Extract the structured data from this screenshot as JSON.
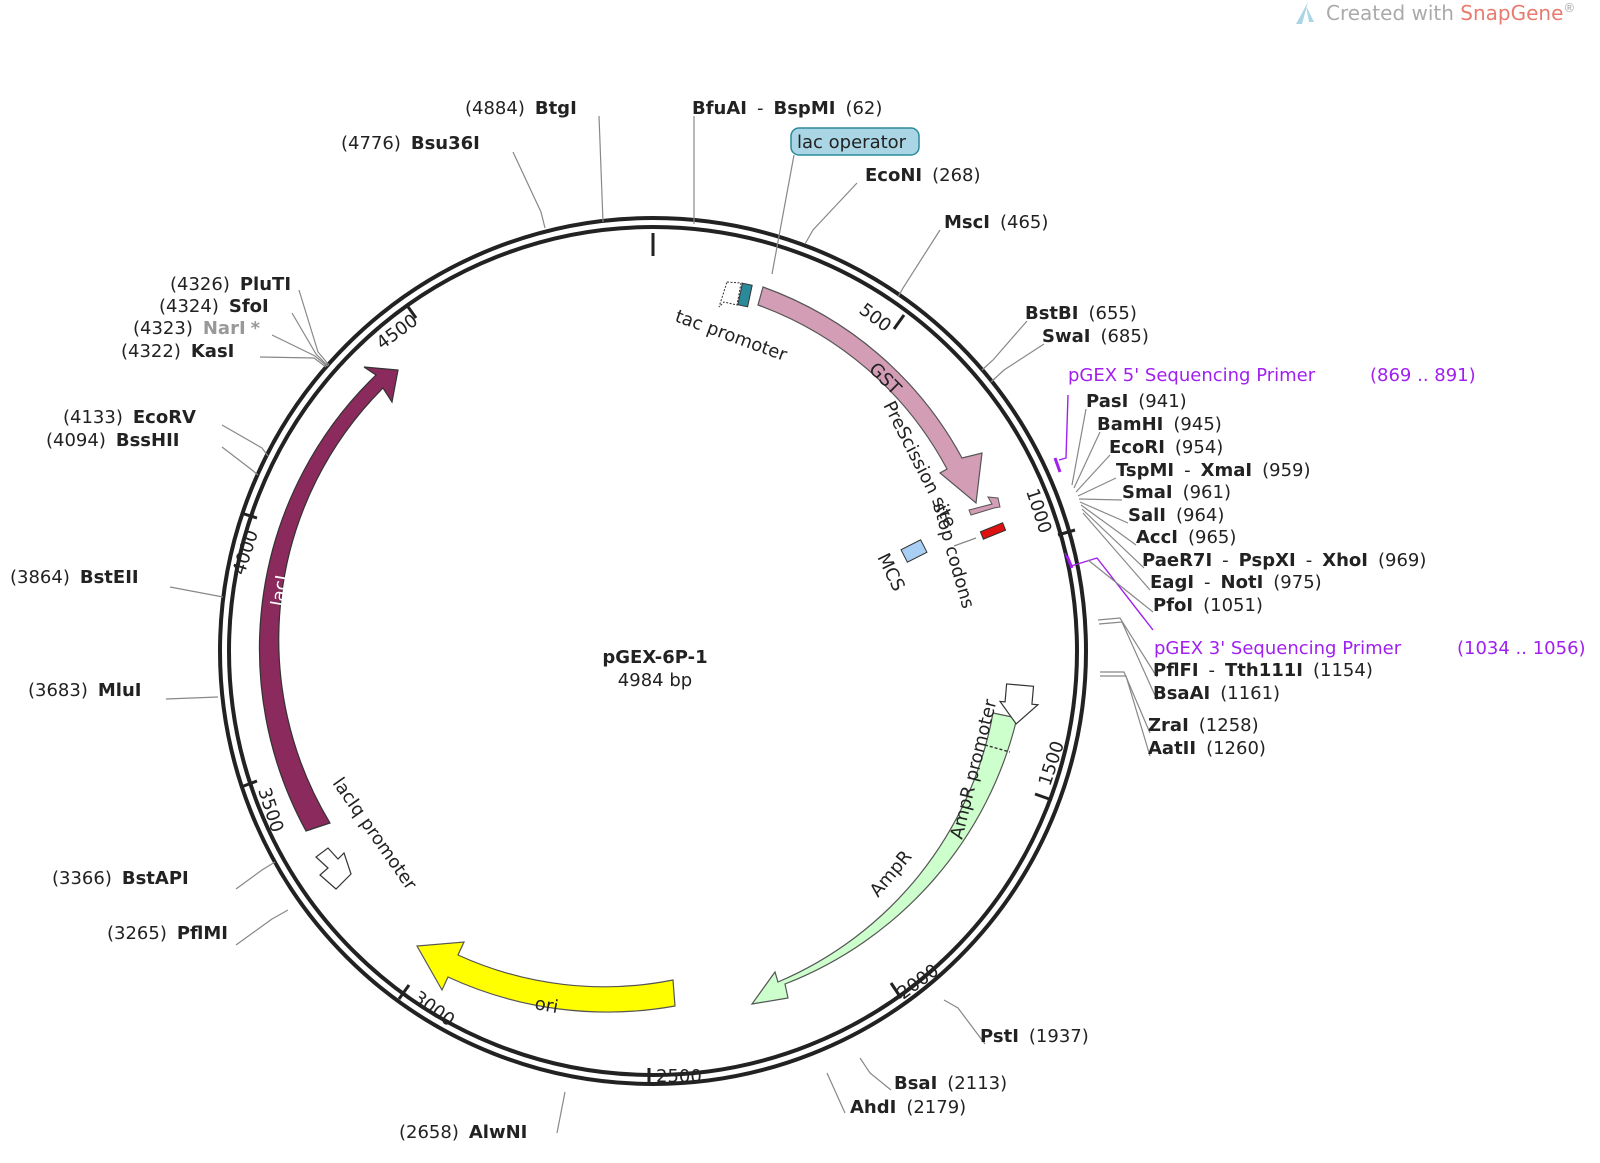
{
  "watermark": {
    "prefix": "Created with ",
    "brand": "SnapGene",
    "mark": "®"
  },
  "plasmid": {
    "name": "pGEX-6P-1",
    "size": "4984 bp"
  },
  "colors": {
    "gst": "#d39db5",
    "laci": "#8b2a5c",
    "ampr": "#ccffcc",
    "ori": "#ffff00",
    "lacop": "#a9d5e5",
    "mcs": "#a9cff5",
    "stop": "#dd1111",
    "primer": "#a020f0",
    "brand": "#e87b70"
  },
  "scale": [
    {
      "label": "500"
    },
    {
      "label": "1000"
    },
    {
      "label": "1500"
    },
    {
      "label": "2000"
    },
    {
      "label": "2500"
    },
    {
      "label": "3000"
    },
    {
      "label": "3500"
    },
    {
      "label": "4000"
    },
    {
      "label": "4500"
    }
  ],
  "features": {
    "gst": "GST",
    "laci": "lacI",
    "ampr": "AmpR",
    "ori": "ori",
    "lac_operator": "lac operator",
    "tac_promoter": "tac promoter",
    "prescission": "PreScission site",
    "stop_codons": "stop codons",
    "mcs": "MCS",
    "ampr_promoter": "AmpR promoter",
    "laciq_promoter": "lacIq promoter"
  },
  "sites": [
    {
      "parts": [
        {
          "t": "(4884)"
        },
        {
          "t": "BtgI",
          "b": true
        }
      ]
    },
    {
      "parts": [
        {
          "t": "BfuAI",
          "b": true
        },
        {
          "t": "-"
        },
        {
          "t": "BspMI",
          "b": true
        },
        {
          "t": "(62)"
        }
      ]
    },
    {
      "parts": [
        {
          "t": "(4776)"
        },
        {
          "t": "Bsu36I",
          "b": true
        }
      ]
    },
    {
      "parts": [
        {
          "t": "EcoNI",
          "b": true
        },
        {
          "t": "(268)"
        }
      ]
    },
    {
      "parts": [
        {
          "t": "MscI",
          "b": true
        },
        {
          "t": "(465)"
        }
      ]
    },
    {
      "parts": [
        {
          "t": "BstBI",
          "b": true
        },
        {
          "t": "(655)"
        }
      ]
    },
    {
      "parts": [
        {
          "t": "SwaI",
          "b": true
        },
        {
          "t": "(685)"
        }
      ]
    },
    {
      "parts": [
        {
          "t": "PasI",
          "b": true
        },
        {
          "t": "(941)"
        }
      ]
    },
    {
      "parts": [
        {
          "t": "BamHI",
          "b": true
        },
        {
          "t": "(945)"
        }
      ]
    },
    {
      "parts": [
        {
          "t": "EcoRI",
          "b": true
        },
        {
          "t": "(954)"
        }
      ]
    },
    {
      "parts": [
        {
          "t": "TspMI",
          "b": true
        },
        {
          "t": "-"
        },
        {
          "t": "XmaI",
          "b": true
        },
        {
          "t": "(959)"
        }
      ]
    },
    {
      "parts": [
        {
          "t": "SmaI",
          "b": true
        },
        {
          "t": "(961)"
        }
      ]
    },
    {
      "parts": [
        {
          "t": "SalI",
          "b": true
        },
        {
          "t": "(964)"
        }
      ]
    },
    {
      "parts": [
        {
          "t": "AccI",
          "b": true
        },
        {
          "t": "(965)"
        }
      ]
    },
    {
      "parts": [
        {
          "t": "PaeR7I",
          "b": true
        },
        {
          "t": "-"
        },
        {
          "t": "PspXI",
          "b": true
        },
        {
          "t": "-"
        },
        {
          "t": "XhoI",
          "b": true
        },
        {
          "t": "(969)"
        }
      ]
    },
    {
      "parts": [
        {
          "t": "EagI",
          "b": true
        },
        {
          "t": "-"
        },
        {
          "t": "NotI",
          "b": true
        },
        {
          "t": "(975)"
        }
      ]
    },
    {
      "parts": [
        {
          "t": "PfoI",
          "b": true
        },
        {
          "t": "(1051)"
        }
      ]
    },
    {
      "parts": [
        {
          "t": "PflFI",
          "b": true
        },
        {
          "t": "-"
        },
        {
          "t": "Tth111I",
          "b": true
        },
        {
          "t": "(1154)"
        }
      ]
    },
    {
      "parts": [
        {
          "t": "BsaAI",
          "b": true
        },
        {
          "t": "(1161)"
        }
      ]
    },
    {
      "parts": [
        {
          "t": "ZraI",
          "b": true
        },
        {
          "t": "(1258)"
        }
      ]
    },
    {
      "parts": [
        {
          "t": "AatII",
          "b": true
        },
        {
          "t": "(1260)"
        }
      ]
    },
    {
      "parts": [
        {
          "t": "PstI",
          "b": true
        },
        {
          "t": "(1937)"
        }
      ]
    },
    {
      "parts": [
        {
          "t": "BsaI",
          "b": true
        },
        {
          "t": "(2113)"
        }
      ]
    },
    {
      "parts": [
        {
          "t": "AhdI",
          "b": true
        },
        {
          "t": "(2179)"
        }
      ]
    },
    {
      "parts": [
        {
          "t": "(2658)"
        },
        {
          "t": "AlwNI",
          "b": true
        }
      ]
    },
    {
      "parts": [
        {
          "t": "(3265)"
        },
        {
          "t": "PflMI",
          "b": true
        }
      ]
    },
    {
      "parts": [
        {
          "t": "(3366)"
        },
        {
          "t": "BstAPI",
          "b": true
        }
      ]
    },
    {
      "parts": [
        {
          "t": "(3683)"
        },
        {
          "t": "MluI",
          "b": true
        }
      ]
    },
    {
      "parts": [
        {
          "t": "(3864)"
        },
        {
          "t": "BstEII",
          "b": true
        }
      ]
    },
    {
      "parts": [
        {
          "t": "(4094)"
        },
        {
          "t": "BssHII",
          "b": true
        }
      ]
    },
    {
      "parts": [
        {
          "t": "(4133)"
        },
        {
          "t": "EcoRV",
          "b": true
        }
      ]
    },
    {
      "parts": [
        {
          "t": "(4322)"
        },
        {
          "t": "KasI",
          "b": true
        }
      ]
    },
    {
      "parts": [
        {
          "t": "(4323)"
        },
        {
          "t": "NarI",
          "b": true,
          "dim": true
        },
        {
          "t": "*",
          "b": true,
          "dim": true
        }
      ]
    },
    {
      "parts": [
        {
          "t": "(4324)"
        },
        {
          "t": "SfoI",
          "b": true
        }
      ]
    },
    {
      "parts": [
        {
          "t": "(4326)"
        },
        {
          "t": "PluTI",
          "b": true
        }
      ]
    }
  ],
  "primers": [
    {
      "name": "pGEX 5' Sequencing Primer",
      "range": "(869 .. 891)"
    },
    {
      "name": "pGEX 3' Sequencing Primer",
      "range": "(1034 .. 1056)"
    }
  ]
}
